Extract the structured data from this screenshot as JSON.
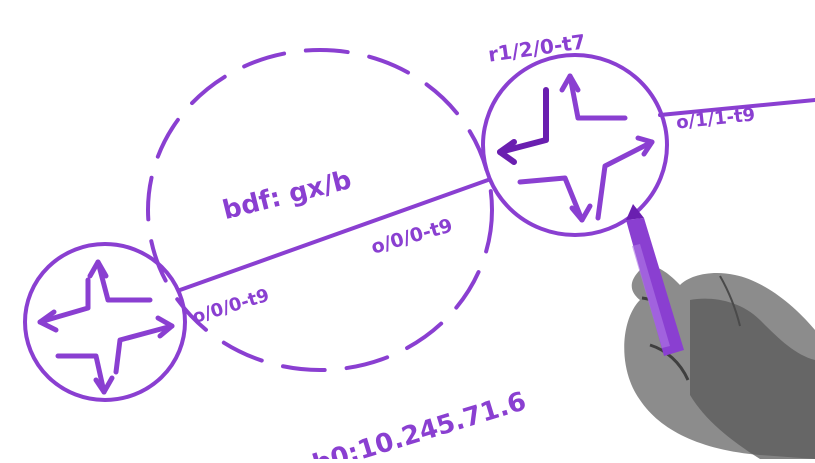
{
  "colors": {
    "ink": "#8a3fd1",
    "ink_dark": "#6a1fb0",
    "ink_light": "#b07ae6",
    "background": "#ffffff",
    "hand": "#8a8a8a",
    "hand_shadow": "#3f3f3f"
  },
  "labels": {
    "router_right_top": "r1/2/0-t7",
    "router_right_port": "o/1/1-t9",
    "bdf_circle": "bdf: gx/b",
    "segment_upper": "o/0/0-t9",
    "segment_lower": "o/0/0-t9",
    "bottom_caption": "b0:10.245.71.6"
  },
  "icons": {
    "router_left": "router-icon",
    "router_right": "router-icon",
    "marker": "marker-pen-icon",
    "hand": "hand-icon"
  }
}
